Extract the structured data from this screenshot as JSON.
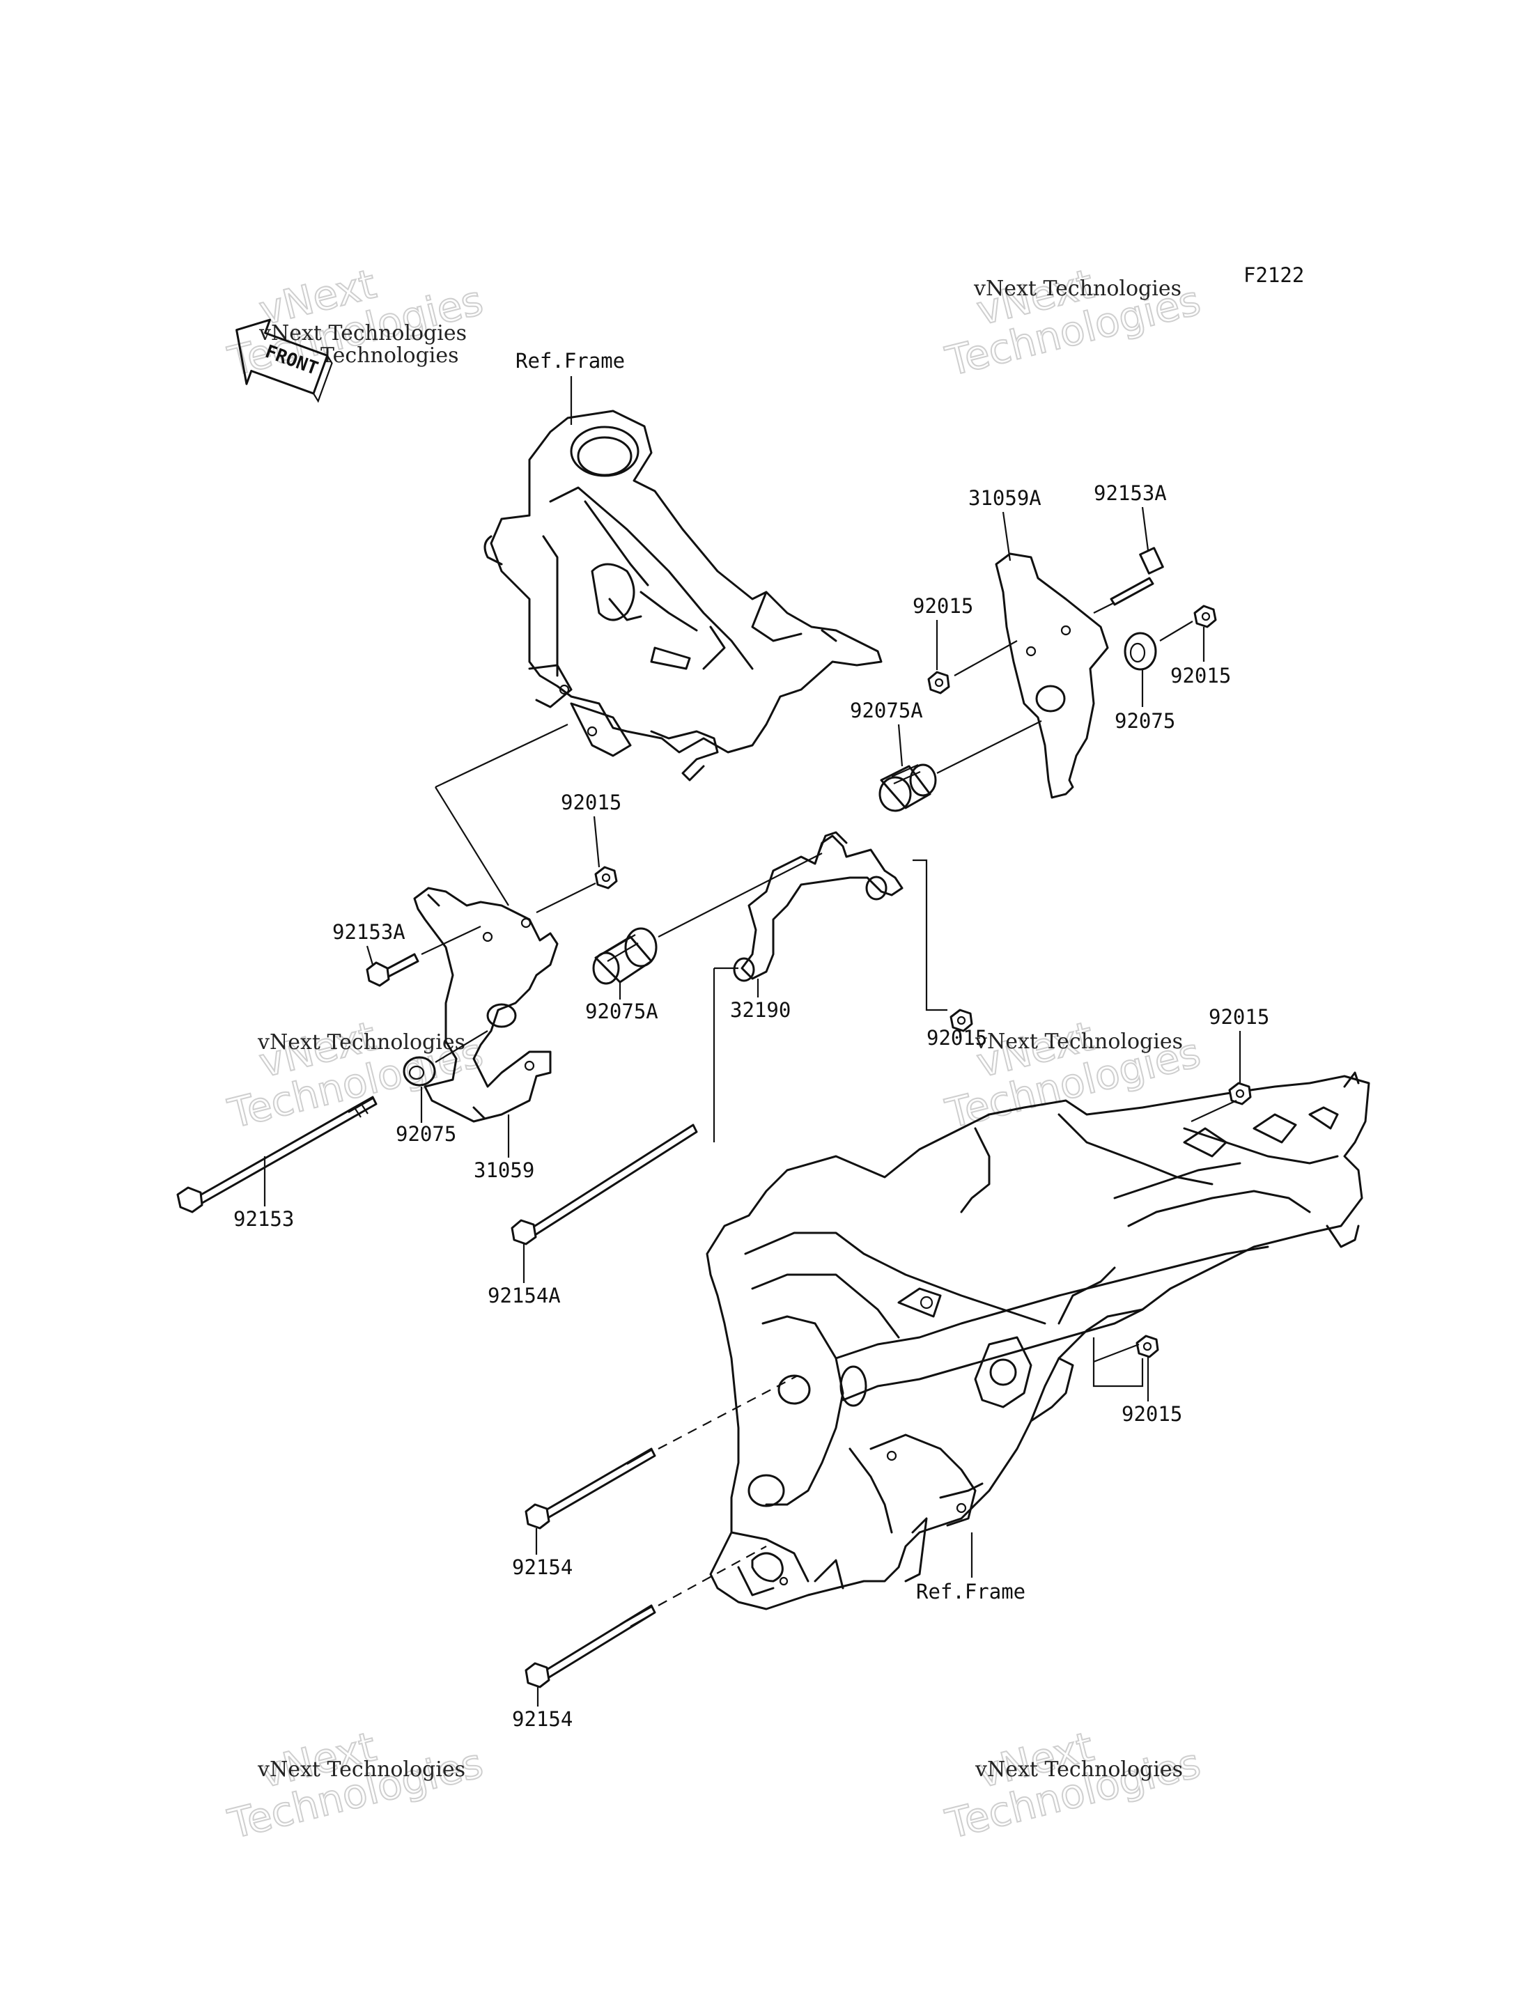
{
  "figure_code": "F2122",
  "front_label": "FRONT",
  "ref_frame_top": "Ref.Frame",
  "ref_frame_bottom": "Ref.Frame",
  "watermark": {
    "line1": "vNext",
    "line2": "Technologies",
    "caption": "vNext Technologies"
  },
  "parts": {
    "p31059A": "31059A",
    "p92153A_top": "92153A",
    "p92015_a": "92015",
    "p92015_b": "92015",
    "p92075_right": "92075",
    "p92075A_top": "92075A",
    "p92015_c": "92015",
    "p92153A_left": "92153A",
    "p92075A_mid": "92075A",
    "p32190": "32190",
    "p92015_d": "92015",
    "p92015_e": "92015",
    "p92075_left": "92075",
    "p31059": "31059",
    "p92153": "92153",
    "p92154A": "92154A",
    "p92015_f": "92015",
    "p92154_a": "92154",
    "p92154_b": "92154"
  }
}
